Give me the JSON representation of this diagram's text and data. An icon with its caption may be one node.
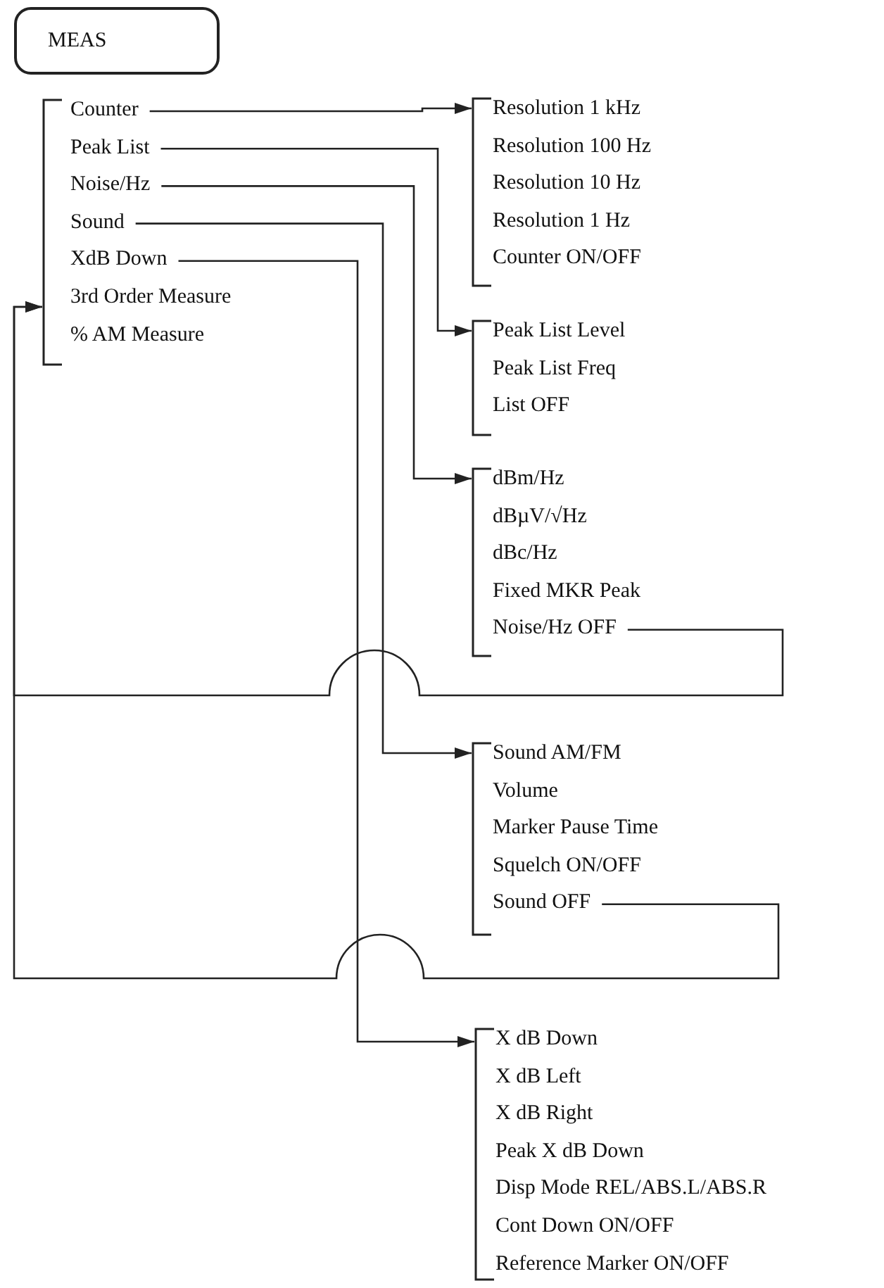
{
  "diagram": {
    "nodes": [
      {
        "text": [
          "MEAS"
        ]
      },
      {
        "text": [],
        "shape": "bracket"
      },
      {
        "text": [
          "Counter"
        ],
        "in": 1
      },
      {
        "text": [
          "Peak List"
        ],
        "in": 1
      },
      {
        "text": [
          "Noise/Hz"
        ],
        "in": 1
      },
      {
        "text": [
          "Sound"
        ],
        "in": 1
      },
      {
        "text": [
          "XdB Down"
        ],
        "in": 1
      },
      {
        "text": [
          "3rd Order Measure"
        ],
        "in": 1
      },
      {
        "text": [
          "% AM Measure"
        ],
        "in": 1
      },
      {
        "text": [],
        "shape": "bracket"
      },
      {
        "text": [
          "Resolution 1 kHz"
        ],
        "in": 9
      },
      {
        "text": [
          "Resolution 100 Hz"
        ],
        "in": 9
      },
      {
        "text": [
          "Resolution 10 Hz"
        ],
        "in": 9
      },
      {
        "text": [
          "Resolution 1 Hz"
        ],
        "in": 9
      },
      {
        "text": [
          "Counter ON/OFF"
        ],
        "in": 9
      },
      {
        "text": [],
        "shape": "bracket"
      },
      {
        "text": [
          "Peak List Level"
        ],
        "in": 15
      },
      {
        "text": [
          "Peak List Freq"
        ],
        "in": 15
      },
      {
        "text": [
          "List OFF"
        ],
        "in": 15
      },
      {
        "text": [],
        "shape": "bracket"
      },
      {
        "text": [
          "dBm/Hz"
        ],
        "in": 19
      },
      {
        "text": [
          "dBµV/√Hz"
        ],
        "in": 19
      },
      {
        "text": [
          "dBc/Hz"
        ],
        "in": 19
      },
      {
        "text": [
          "Fixed MKR Peak"
        ],
        "in": 19
      },
      {
        "text": [
          "Noise/Hz OFF"
        ],
        "in": 19
      },
      {
        "text": [],
        "shape": "bracket"
      },
      {
        "text": [
          "Sound AM/FM"
        ],
        "in": 25
      },
      {
        "text": [
          "Volume"
        ],
        "in": 25
      },
      {
        "text": [
          "Marker Pause Time"
        ],
        "in": 25
      },
      {
        "text": [
          "Squelch ON/OFF"
        ],
        "in": 25
      },
      {
        "text": [
          "Sound OFF"
        ],
        "in": 25
      },
      {
        "text": [],
        "shape": "bracket"
      },
      {
        "text": [
          "X dB Down"
        ],
        "in": 31
      },
      {
        "text": [
          "X dB Left"
        ],
        "in": 31
      },
      {
        "text": [
          "X dB Right"
        ],
        "in": 31
      },
      {
        "text": [
          "Peak X dB Down"
        ],
        "in": 31
      },
      {
        "text": [
          "Disp Mode REL/ABS.L/ABS.R"
        ],
        "in": 31
      },
      {
        "text": [
          "Cont Down ON/OFF"
        ],
        "in": 31
      },
      {
        "text": [
          "Reference Marker ON/OFF"
        ],
        "in": 31
      }
    ],
    "edges": [
      {
        "from": 2,
        "to": 9,
        "arrow": "to"
      },
      {
        "from": 3,
        "to": 15,
        "arrow": "to"
      },
      {
        "from": 4,
        "to": 19,
        "arrow": "to"
      },
      {
        "from": 5,
        "to": 25,
        "arrow": "to"
      },
      {
        "from": 6,
        "to": 31,
        "arrow": "to"
      },
      {
        "from": 24,
        "to": 1,
        "arrow": "to"
      },
      {
        "from": 30,
        "to": 1,
        "arrow": "to"
      }
    ]
  }
}
